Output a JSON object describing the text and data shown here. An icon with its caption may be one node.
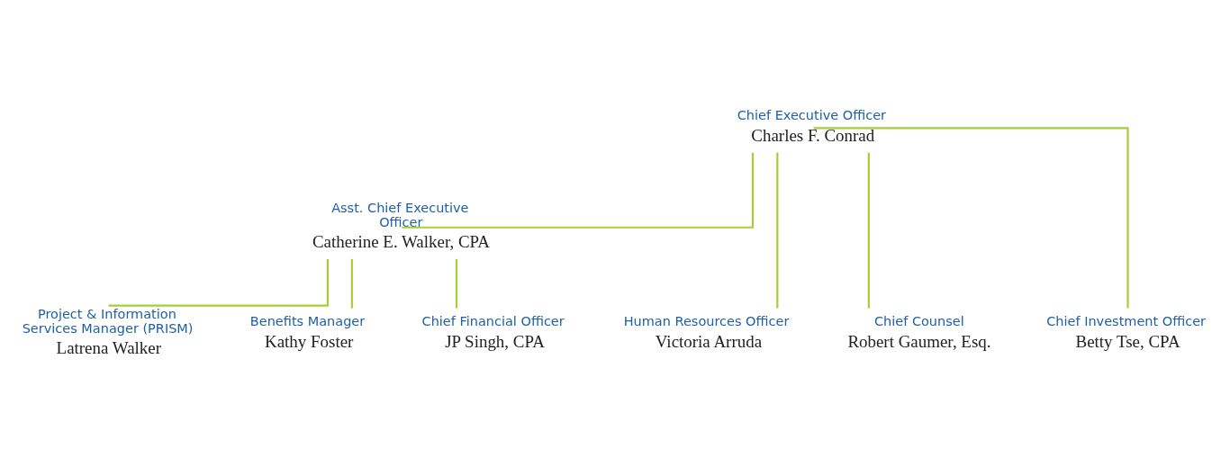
{
  "diagram": {
    "nodes": [
      {
        "text": [
          "Chief Executive Officer",
          "Charles F. Conrad"
        ]
      },
      {
        "text": [
          "Asst. Chief Executive Officer",
          "Catherine E. Walker, CPA"
        ]
      },
      {
        "text": [
          "Project & Information Services Manager (PRISM)",
          "Latrena Walker"
        ]
      },
      {
        "text": [
          "Benefits Manager",
          "Kathy Foster"
        ]
      },
      {
        "text": [
          "Chief Financial Officer",
          "JP Singh, CPA"
        ]
      },
      {
        "text": [
          "Human Resources Officer",
          "Victoria Arruda"
        ]
      },
      {
        "text": [
          "Chief Counsel",
          "Robert Gaumer, Esq."
        ]
      },
      {
        "text": [
          "Chief Investment Officer",
          "Betty Tse, CPA"
        ]
      }
    ],
    "edges": [
      {
        "from": 0,
        "to": 1,
        "arrow": "none",
        "color": "#a6ce39"
      },
      {
        "from": 0,
        "to": 5,
        "arrow": "none",
        "color": "#a6ce39"
      },
      {
        "from": 0,
        "to": 6,
        "arrow": "none",
        "color": "#a6ce39"
      },
      {
        "from": 0,
        "to": 7,
        "arrow": "none",
        "color": "#a6ce39"
      },
      {
        "from": 1,
        "to": 2,
        "arrow": "none",
        "color": "#a6ce39"
      },
      {
        "from": 1,
        "to": 3,
        "arrow": "none",
        "color": "#a6ce39"
      },
      {
        "from": 1,
        "to": 4,
        "arrow": "none",
        "color": "#a6ce39"
      }
    ]
  }
}
